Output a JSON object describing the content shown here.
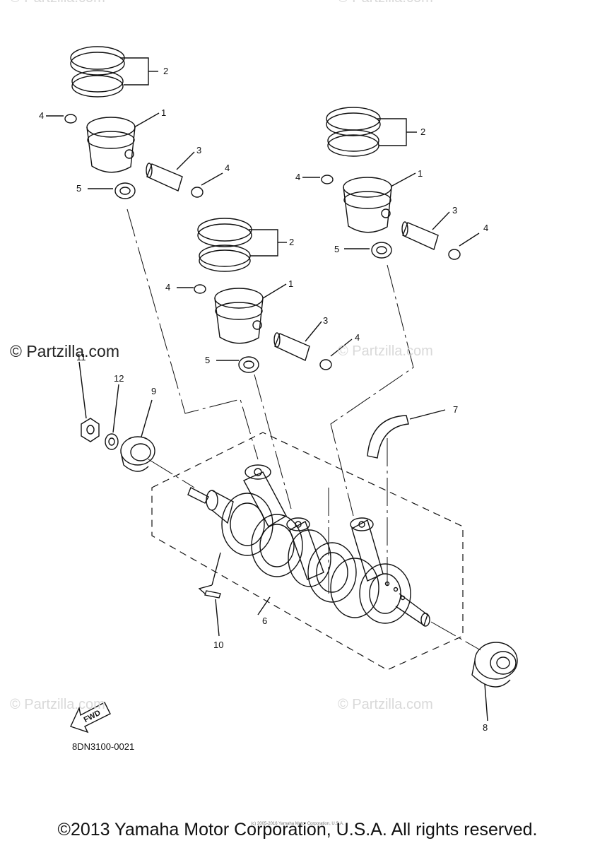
{
  "watermarks": {
    "top_left": "© Partzilla.com",
    "top_right": "© Partzilla.com",
    "main": "© Partzilla.com",
    "mid_right": "© Partzilla.com",
    "bottom_left": "© Partzilla.com",
    "bottom_right": "© Partzilla.com"
  },
  "callouts": {
    "c1a": "1",
    "c2a": "2",
    "c3a": "3",
    "c4a": "4",
    "c4b": "4",
    "c5a": "5",
    "c1b": "1",
    "c2b": "2",
    "c3b": "3",
    "c4c": "4",
    "c4d": "4",
    "c5b": "5",
    "c1c": "1",
    "c2c": "2",
    "c3c": "3",
    "c4e": "4",
    "c4f": "4",
    "c5c": "5",
    "c6": "6",
    "c7": "7",
    "c8": "8",
    "c9": "9",
    "c10": "10",
    "c11": "11",
    "c12": "12"
  },
  "fwd_label": "FWD",
  "part_code": "8DN3100-0021",
  "copyright": "©2013 Yamaha Motor Corporation, U.S.A. All rights reserved.",
  "fine_print": "(c) 2005-2016 Yamaha Motor Corporation, U.S.A."
}
